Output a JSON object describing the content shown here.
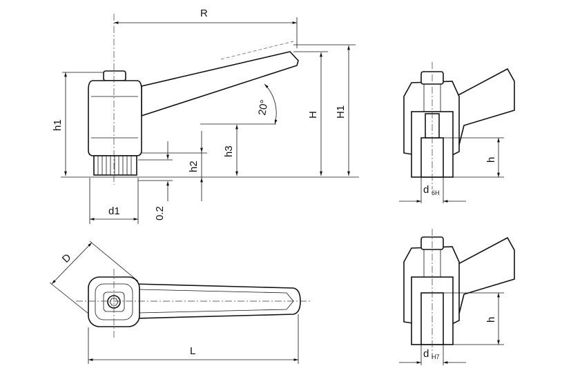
{
  "labels": {
    "R": "R",
    "h1": "h1",
    "H": "H",
    "H1": "H1",
    "angle": "20°",
    "h3": "h3",
    "h2": "h2",
    "d1": "d1",
    "gap": "0.2",
    "D": "D",
    "L": "L",
    "h_top": "h",
    "d_top": "d",
    "d_top_tol": "6H",
    "h_bottom": "h",
    "d_bottom": "d",
    "d_bottom_tol": "H7"
  }
}
